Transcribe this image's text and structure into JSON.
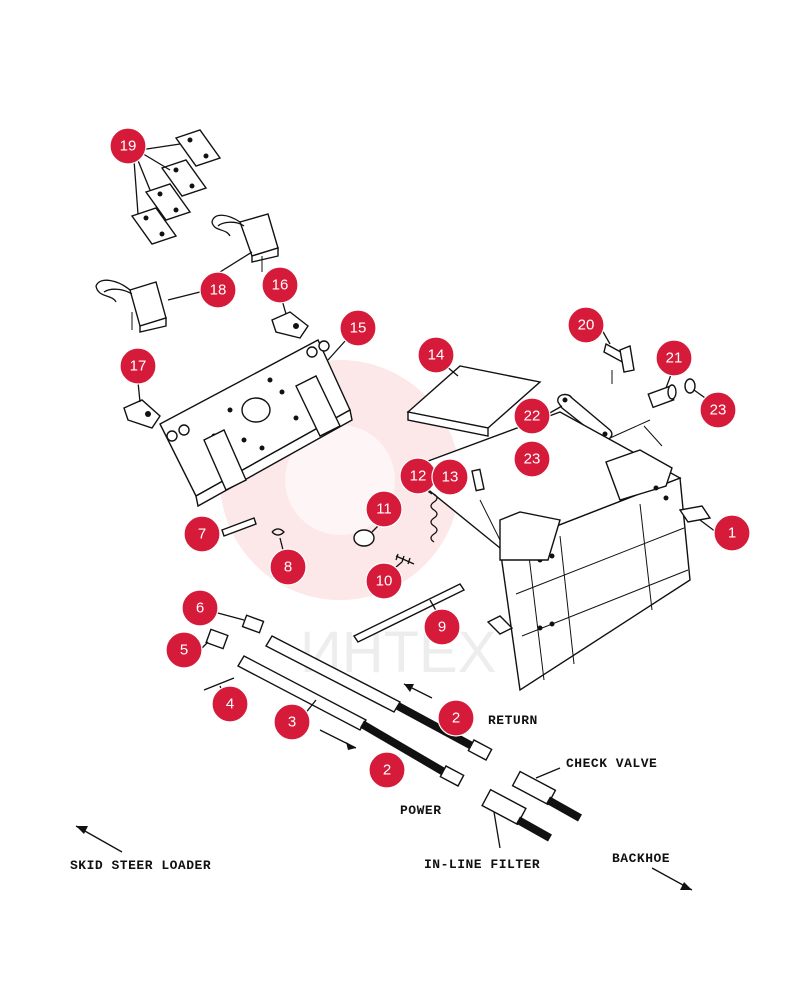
{
  "watermark": "ИНТЕХ",
  "labels": {
    "return": "RETURN",
    "check_valve": "CHECK VALVE",
    "power": "POWER",
    "in_line_filter": "IN-LINE FILTER",
    "skid_steer_loader": "SKID STEER LOADER",
    "backhoe": "BACKHOE"
  },
  "callouts": [
    {
      "id": "c19",
      "num": "19"
    },
    {
      "id": "c18",
      "num": "18"
    },
    {
      "id": "c16",
      "num": "16"
    },
    {
      "id": "c15",
      "num": "15"
    },
    {
      "id": "c17",
      "num": "17"
    },
    {
      "id": "c14",
      "num": "14"
    },
    {
      "id": "c20",
      "num": "20"
    },
    {
      "id": "c21",
      "num": "21"
    },
    {
      "id": "c22",
      "num": "22"
    },
    {
      "id": "c23a",
      "num": "23"
    },
    {
      "id": "c23b",
      "num": "23"
    },
    {
      "id": "c12",
      "num": "12"
    },
    {
      "id": "c13",
      "num": "13"
    },
    {
      "id": "c11",
      "num": "11"
    },
    {
      "id": "c1",
      "num": "1"
    },
    {
      "id": "c7",
      "num": "7"
    },
    {
      "id": "c8",
      "num": "8"
    },
    {
      "id": "c10",
      "num": "10"
    },
    {
      "id": "c9",
      "num": "9"
    },
    {
      "id": "c6",
      "num": "6"
    },
    {
      "id": "c5",
      "num": "5"
    },
    {
      "id": "c4",
      "num": "4"
    },
    {
      "id": "c3",
      "num": "3"
    },
    {
      "id": "c2a",
      "num": "2"
    },
    {
      "id": "c2b",
      "num": "2"
    }
  ],
  "colors": {
    "badge": "#d51a3a",
    "ink": "#111111",
    "watermark": "#e8394e"
  }
}
